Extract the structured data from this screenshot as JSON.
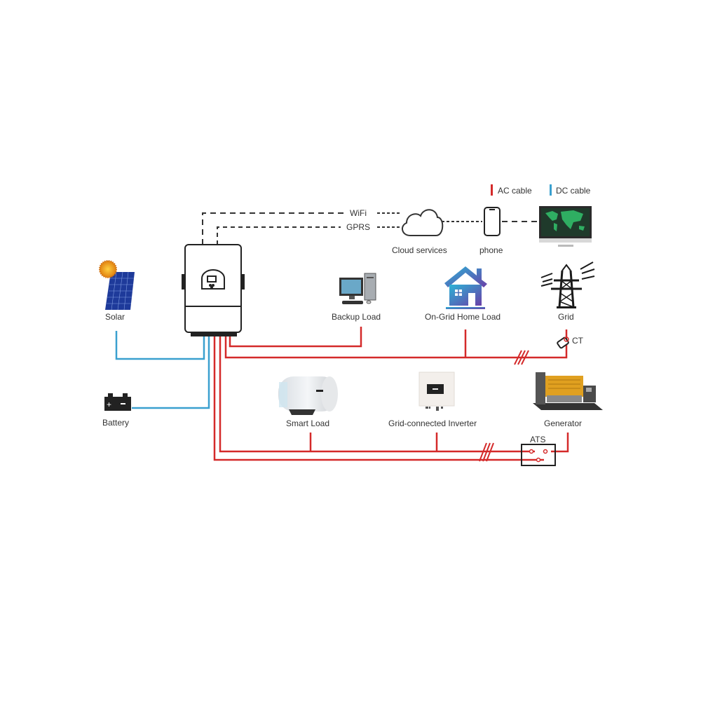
{
  "legend": {
    "ac_label": "AC cable",
    "dc_label": "DC cable",
    "ac_color": "#d42a2a",
    "dc_color": "#3aa0cf"
  },
  "comm": {
    "wifi_label": "WiFi",
    "gprs_label": "GPRS"
  },
  "nodes": {
    "cloud": "Cloud services",
    "phone": "phone",
    "solar": "Solar",
    "battery": "Battery",
    "backup_load": "Backup Load",
    "home_load": "On-Grid Home Load",
    "grid": "Grid",
    "ct": "CT",
    "smart_load": "Smart Load",
    "grid_inverter": "Grid-connected Inverter",
    "generator": "Generator",
    "ats": "ATS"
  },
  "colors": {
    "house_gradient_start": "#2bb3d6",
    "house_gradient_end": "#6a3fa8",
    "sun": "#f0a020",
    "solar_panel": "#1e3a9a",
    "generator_body": "#e0a020",
    "monitor_map": "#2fae62"
  }
}
